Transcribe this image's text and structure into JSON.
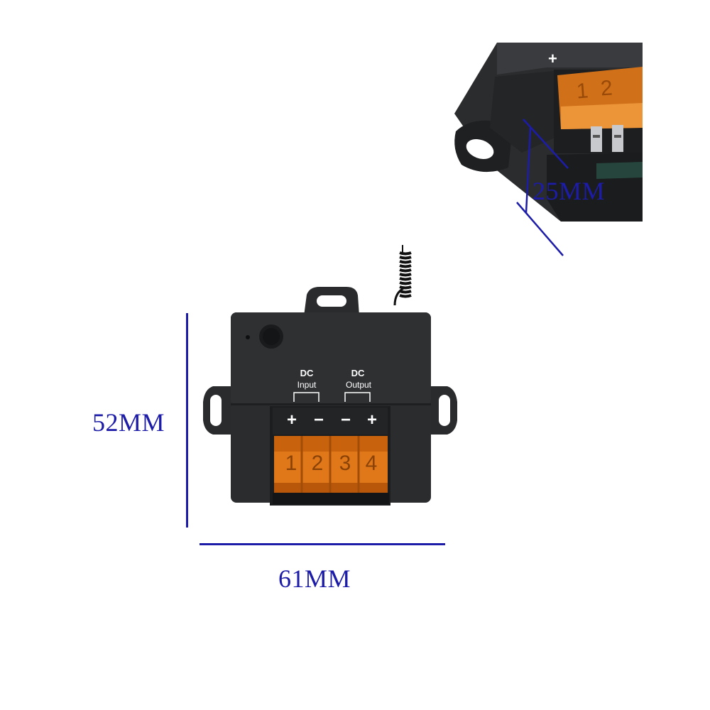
{
  "dimensions": {
    "height_label": "52MM",
    "width_label": "61MM",
    "depth_label": "25MM"
  },
  "device": {
    "group_input_top": "DC",
    "group_input_bottom": "Input",
    "group_output_top": "DC",
    "group_output_bottom": "Output",
    "polarity": [
      "+",
      "−",
      "−",
      "+"
    ],
    "terminal_numbers": [
      "1",
      "2",
      "3",
      "4"
    ]
  },
  "inset": {
    "polarity": "+",
    "terminal_numbers": [
      "1",
      "2"
    ]
  },
  "colors": {
    "dimension": "#1c1ca8",
    "housing": "#2a2b2d",
    "terminal_cover": "#e0781a"
  }
}
